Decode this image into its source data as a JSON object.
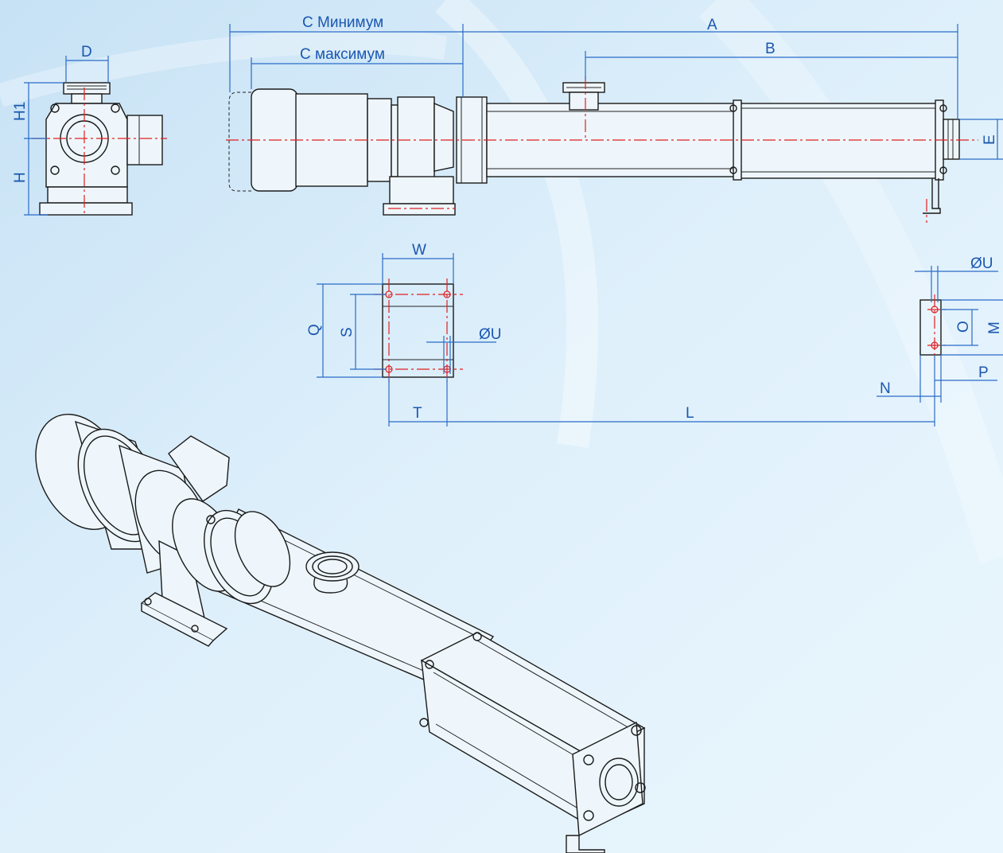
{
  "colors": {
    "background_top": "#cfe7f7",
    "background_bottom": "#eaf6fd",
    "dimension_line": "#2a6bc8",
    "label_text": "#1a57b0",
    "centerline": "#e02020",
    "outline": "#1a1a1a"
  },
  "labels": {
    "c_min": "C Минимум",
    "c_max": "C максимум",
    "a": "A",
    "b": "B",
    "d": "D",
    "h1": "H1",
    "h": "H",
    "e": "E",
    "w": "W",
    "q": "Q",
    "s": "S",
    "u_foot": "ØU",
    "u_support": "ØU",
    "o": "O",
    "m": "M",
    "n": "N",
    "p": "P",
    "t": "T",
    "l": "L"
  }
}
